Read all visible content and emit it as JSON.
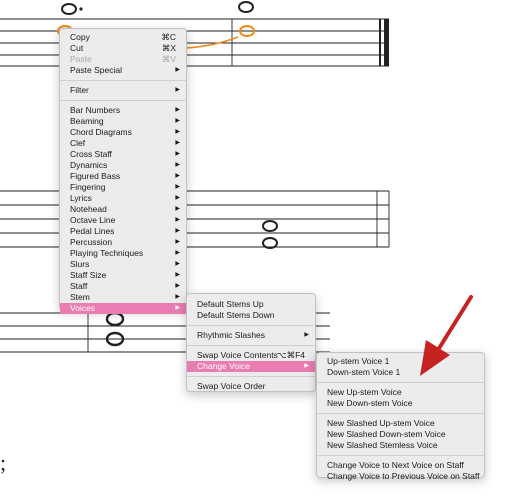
{
  "context_menu": {
    "clipboard": [
      {
        "label": "Copy",
        "shortcut": "⌘C"
      },
      {
        "label": "Cut",
        "shortcut": "⌘X"
      },
      {
        "label": "Paste",
        "shortcut": "⌘V"
      },
      {
        "label": "Paste Special"
      }
    ],
    "filter": "Filter",
    "items": [
      "Bar Numbers",
      "Beaming",
      "Chord Diagrams",
      "Clef",
      "Cross Staff",
      "Dynamics",
      "Figured Bass",
      "Fingering",
      "Lyrics",
      "Notehead",
      "Octave Line",
      "Pedal Lines",
      "Percussion",
      "Playing Techniques",
      "Slurs",
      "Staff Size",
      "Staff",
      "Stem",
      "Voices"
    ]
  },
  "voices_menu": {
    "default_stems_up": "Default Stems Up",
    "default_stems_down": "Default Stems Down",
    "rhythmic_slashes": "Rhythmic Slashes",
    "swap_voice_contents": "Swap Voice Contents",
    "swap_shortcut": "⌥⌘F4",
    "change_voice": "Change Voice",
    "swap_voice_order": "Swap Voice Order"
  },
  "change_voice_menu": {
    "up_stem_voice_1": "Up-stem Voice 1",
    "down_stem_voice_1": "Down-stem Voice 1",
    "new_up_stem_voice": "New Up-stem Voice",
    "new_down_stem_voice": "New Down-stem Voice",
    "new_slashed_up_stem_voice": "New Slashed Up-stem Voice",
    "new_slashed_down_stem_voice": "New Slashed Down-stem Voice",
    "new_slashed_stemless_voice": "New Slashed Stemless Voice",
    "change_to_next": "Change Voice to Next Voice on Staff",
    "change_to_previous": "Change Voice to Previous Voice on Staff"
  },
  "score": {
    "fragment_text": ";"
  },
  "colors": {
    "highlight": "#e97cb0",
    "selection": "#f08a1c",
    "arrow": "#c62222"
  }
}
